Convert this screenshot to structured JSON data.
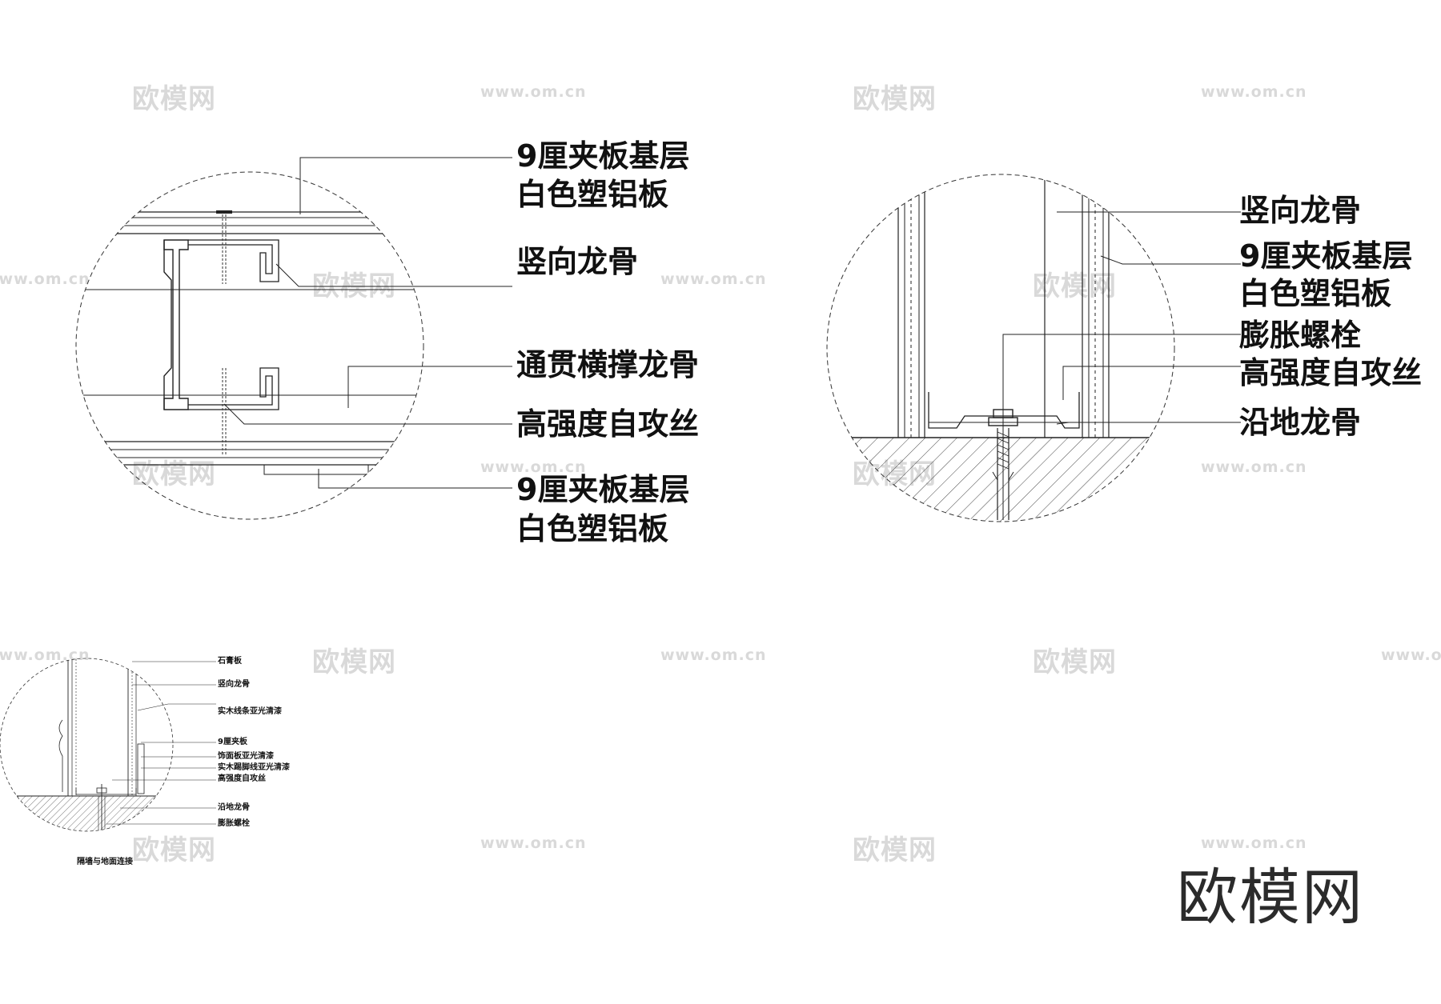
{
  "watermark": {
    "text": "欧模网",
    "url": "www.om.cn"
  },
  "logo": "欧模网",
  "detail_a": {
    "labels": [
      "9厘夹板基层",
      "白色塑铝板",
      "竖向龙骨",
      "通贯横撑龙骨",
      "高强度自攻丝",
      "9厘夹板基层",
      "白色塑铝板"
    ]
  },
  "detail_b": {
    "labels": [
      "竖向龙骨",
      "9厘夹板基层",
      "白色塑铝板",
      "膨胀螺栓",
      "高强度自攻丝",
      "沿地龙骨"
    ]
  },
  "detail_c": {
    "labels": [
      "石膏板",
      "竖向龙骨",
      "实木线条亚光清漆",
      "9厘夹板",
      "饰面板亚光清漆",
      "实木踢脚线亚光清漆",
      "高强度自攻丝",
      "沿地龙骨",
      "膨胀螺栓"
    ],
    "caption": "隔墙与地面连接"
  }
}
